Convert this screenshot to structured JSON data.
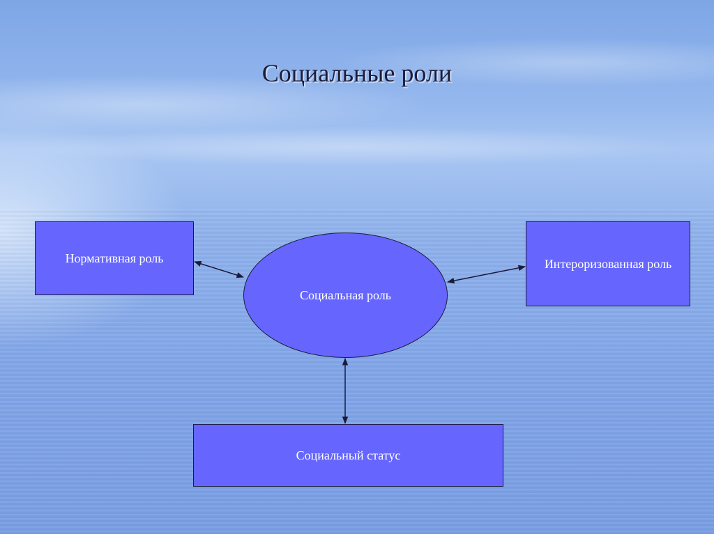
{
  "slide": {
    "title": "Социальные роли"
  },
  "nodes": {
    "center": "Социальная роль",
    "normative": "Нормативная роль",
    "internalized": "Интероризованная роль",
    "status": "Социальный статус"
  },
  "colors": {
    "node_fill": "#6666ff",
    "node_border": "#1a1a3a",
    "arrow": "#1a1a3a",
    "title_text": "#1c1c3a"
  },
  "connections": [
    {
      "from": "normative",
      "to": "center",
      "type": "bidirectional"
    },
    {
      "from": "center",
      "to": "internalized",
      "type": "bidirectional"
    },
    {
      "from": "center",
      "to": "status",
      "type": "bidirectional"
    }
  ]
}
